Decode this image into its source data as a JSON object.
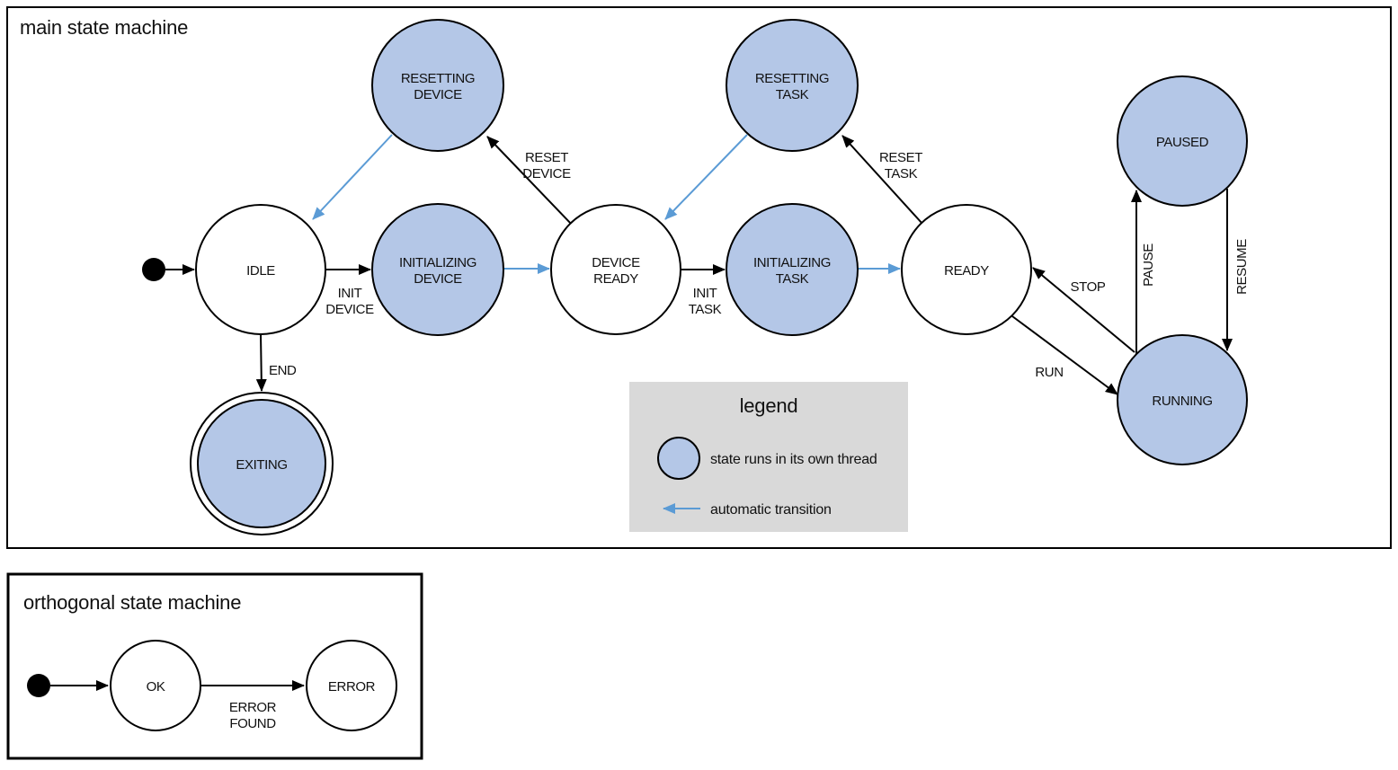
{
  "colors": {
    "thread_state_fill": "#b4c7e7",
    "auto_transition_blue": "#5b9bd5",
    "legend_background": "#d9d9d9",
    "line_black": "#000000"
  },
  "main_machine": {
    "title": "main state machine",
    "states": {
      "idle": {
        "label": "IDLE"
      },
      "resetting_device": {
        "line1": "RESETTING",
        "line2": "DEVICE"
      },
      "initializing_device": {
        "line1": "INITIALIZING",
        "line2": "DEVICE"
      },
      "device_ready": {
        "line1": "DEVICE",
        "line2": "READY"
      },
      "resetting_task": {
        "line1": "RESETTING",
        "line2": "TASK"
      },
      "initializing_task": {
        "line1": "INITIALIZING",
        "line2": "TASK"
      },
      "ready": {
        "label": "READY"
      },
      "paused": {
        "label": "PAUSED"
      },
      "running": {
        "label": "RUNNING"
      },
      "exiting": {
        "label": "EXITING"
      }
    },
    "transitions": {
      "init_device": {
        "line1": "INIT",
        "line2": "DEVICE"
      },
      "reset_device": {
        "line1": "RESET",
        "line2": "DEVICE"
      },
      "init_task": {
        "line1": "INIT",
        "line2": "TASK"
      },
      "reset_task": {
        "line1": "RESET",
        "line2": "TASK"
      },
      "end": {
        "label": "END"
      },
      "run": {
        "label": "RUN"
      },
      "stop": {
        "label": "STOP"
      },
      "pause": {
        "label": "PAUSE"
      },
      "resume": {
        "label": "RESUME"
      }
    }
  },
  "legend": {
    "title": "legend",
    "items": {
      "thread_state": "state runs in its own thread",
      "auto_transition": "automatic transition"
    }
  },
  "orthogonal_machine": {
    "title": "orthogonal state machine",
    "states": {
      "ok": {
        "label": "OK"
      },
      "error": {
        "label": "ERROR"
      }
    },
    "transitions": {
      "error_found": {
        "line1": "ERROR",
        "line2": "FOUND"
      }
    }
  }
}
